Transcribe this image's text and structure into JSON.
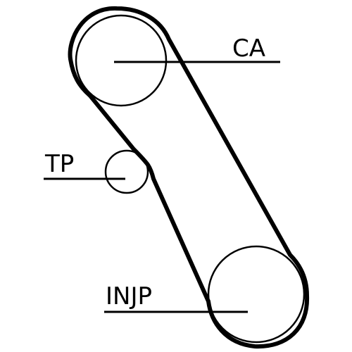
{
  "labels": {
    "camshaft": "CA",
    "tensioner": "TP",
    "injection_pump": "INJP"
  },
  "colors": {
    "stroke": "#000000",
    "background": "#ffffff"
  }
}
